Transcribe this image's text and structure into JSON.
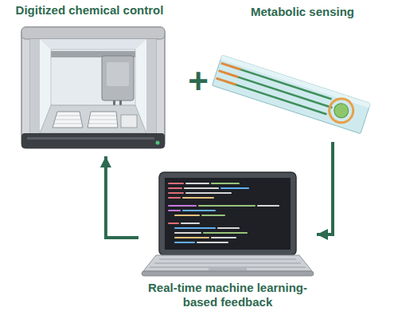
{
  "diagram": {
    "nodes": [
      {
        "text": [
          "Digitized chemical control"
        ]
      },
      {
        "text": [
          "Metabolic sensing"
        ]
      },
      {
        "text": [
          "Real-time machine learning-based feedback"
        ]
      }
    ],
    "edges": [
      {
        "from": 1,
        "to": 2,
        "arrow": "to"
      },
      {
        "from": 2,
        "to": 0,
        "arrow": "to"
      }
    ],
    "labels": [
      "+"
    ]
  }
}
